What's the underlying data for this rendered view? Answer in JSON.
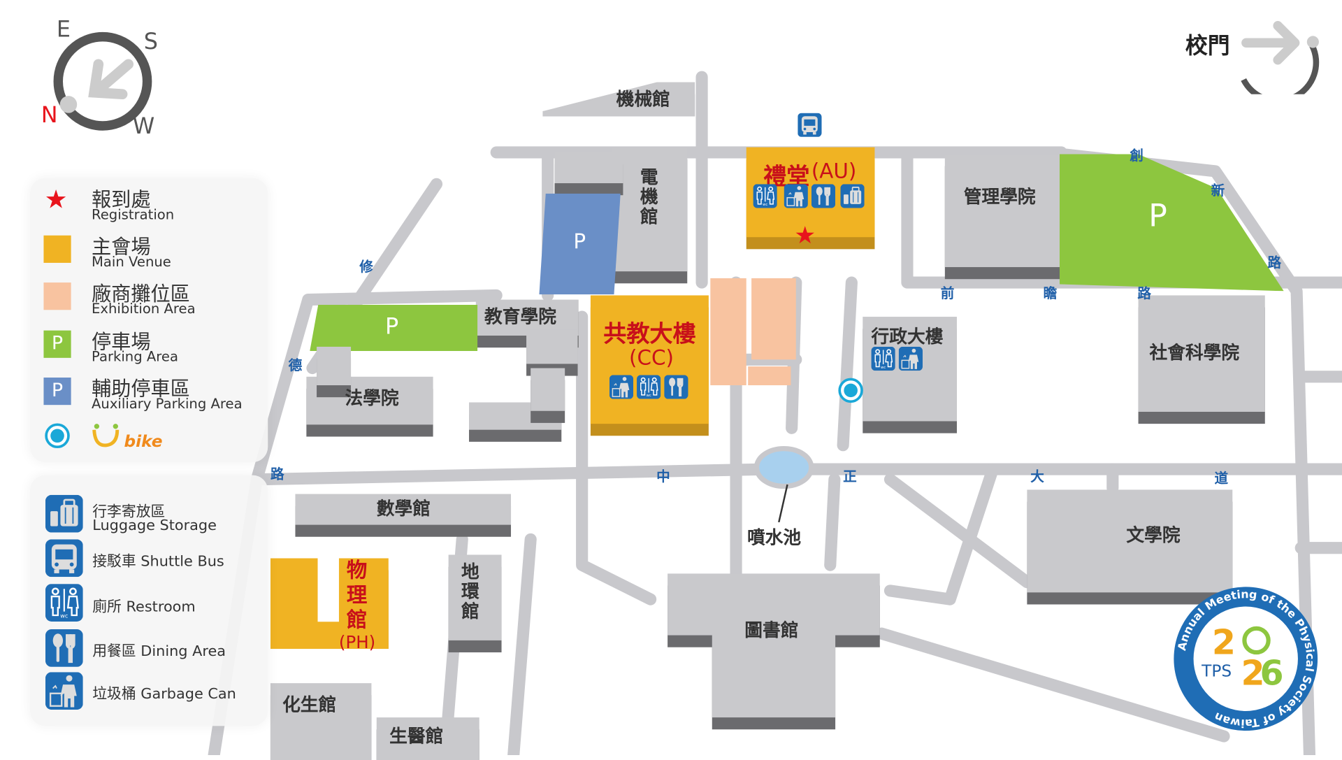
{
  "compass": {
    "e": "E",
    "s": "S",
    "n": "N",
    "w": "W"
  },
  "gate": {
    "label": "校門"
  },
  "legend_main": [
    {
      "zh": "報到處",
      "en": "Registration",
      "icon": "star-icon",
      "color": "#e8141c"
    },
    {
      "zh": "主會場",
      "en": "Main Venue",
      "icon": "main-venue-swatch",
      "color": "#f0b323"
    },
    {
      "zh": "廠商攤位區",
      "en": "Exhibition Area",
      "icon": "exhibition-swatch",
      "color": "#f8c3a0"
    },
    {
      "zh": "停車場",
      "en": "Parking Area",
      "icon": "parking-swatch",
      "color": "#8dc63f",
      "mark": "P"
    },
    {
      "zh": "輔助停車區",
      "en": "Auxiliary Parking Area",
      "icon": "aux-parking-swatch",
      "color": "#6a8fc7",
      "mark": "P"
    },
    {
      "zh": "",
      "en": "",
      "icon": "ubike-station-icon",
      "logo": "Ubike"
    }
  ],
  "legend_facilities": [
    {
      "label": "行李寄放區",
      "label2": "Luggage Storage",
      "icon": "luggage-icon"
    },
    {
      "label": "接駁車 Shuttle Bus",
      "icon": "bus-icon"
    },
    {
      "label": "廁所 Restroom",
      "icon": "restroom-icon"
    },
    {
      "label": "用餐區 Dining Area",
      "icon": "dining-icon"
    },
    {
      "label": "垃圾桶 Garbage Can",
      "icon": "garbage-icon"
    }
  ],
  "buildings": {
    "mech": "機械館",
    "ee": "電機館",
    "edu": "教育學院",
    "law": "法學院",
    "cc": "共教大樓",
    "cc_code": "(CC)",
    "au": "禮堂",
    "au_code": "(AU)",
    "mgmt": "管理學院",
    "admin": "行政大樓",
    "social": "社會科學院",
    "lit": "文學院",
    "math": "數學館",
    "phys": "物理館",
    "phys_code": "(PH)",
    "geo": "地環館",
    "lib": "圖書館",
    "chem": "化生館",
    "biomed": "生醫館",
    "fountain": "噴水池"
  },
  "parking": {
    "mark": "P"
  },
  "roads": {
    "xiu": "修",
    "de": "德",
    "lu1": "路",
    "zhong": "中",
    "zheng": "正",
    "da": "大",
    "dao": "道",
    "qian": "前",
    "zhan": "瞻",
    "lu2": "路",
    "chuang": "創",
    "xin": "新",
    "lu3": "路"
  },
  "logo": {
    "ring_text": "Annual Meeting of the Physical Society of Taiwan",
    "org": "TPS",
    "year": "2026"
  },
  "colors": {
    "blue_icon": "#1f6db5",
    "road": "#c8c8cc",
    "main_venue": "#f0b323",
    "label_red": "#c8101a"
  }
}
